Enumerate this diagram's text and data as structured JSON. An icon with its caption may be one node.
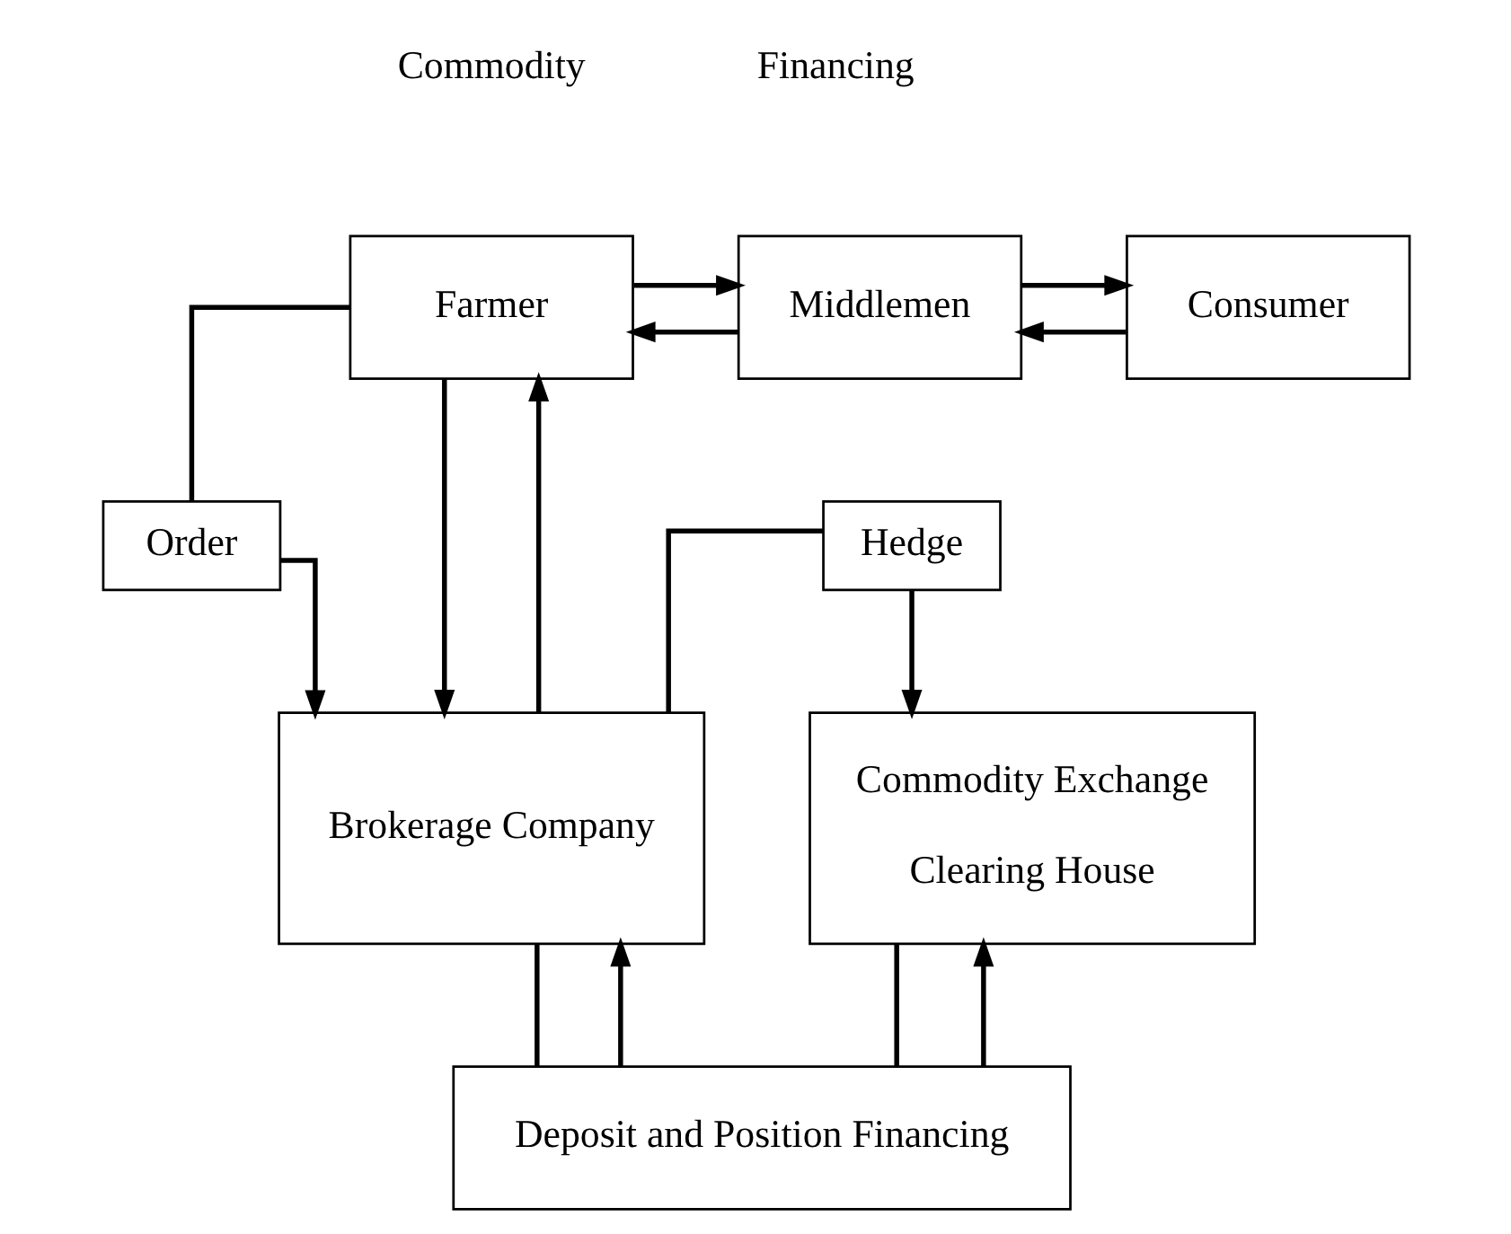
{
  "diagram": {
    "nodes": [
      {
        "text": [
          "Farmer"
        ]
      },
      {
        "text": [
          "Middlemen"
        ]
      },
      {
        "text": [
          "Consumer"
        ]
      },
      {
        "text": [
          "Order"
        ]
      },
      {
        "text": [
          "Brokerage Company"
        ]
      },
      {
        "text": [
          "Hedge"
        ]
      },
      {
        "text": [
          "Commodity Exchange",
          "Clearing House"
        ]
      },
      {
        "text": [
          "Deposit and Position Financing"
        ]
      }
    ],
    "edges": [
      {
        "from": 1,
        "to": 0,
        "arrow": "to"
      },
      {
        "from": 2,
        "to": 1,
        "arrow": "to"
      },
      {
        "from": 0,
        "to": 1,
        "arrow": "to"
      },
      {
        "from": 1,
        "to": 2,
        "arrow": "to"
      },
      {
        "from": 0,
        "to": 3,
        "arrow": "none"
      },
      {
        "from": 3,
        "to": 4,
        "arrow": "to"
      },
      {
        "from": 0,
        "to": 4,
        "arrow": "to"
      },
      {
        "from": 4,
        "to": 0,
        "arrow": "to"
      },
      {
        "from": 4,
        "to": 5,
        "arrow": "none"
      },
      {
        "from": 5,
        "to": 6,
        "arrow": "to"
      },
      {
        "from": 4,
        "to": 7,
        "arrow": "none"
      },
      {
        "from": 7,
        "to": 4,
        "arrow": "to"
      },
      {
        "from": 6,
        "to": 7,
        "arrow": "none"
      },
      {
        "from": 7,
        "to": 6,
        "arrow": "to"
      }
    ],
    "labels": [
      "Commodity",
      "Financing"
    ]
  }
}
